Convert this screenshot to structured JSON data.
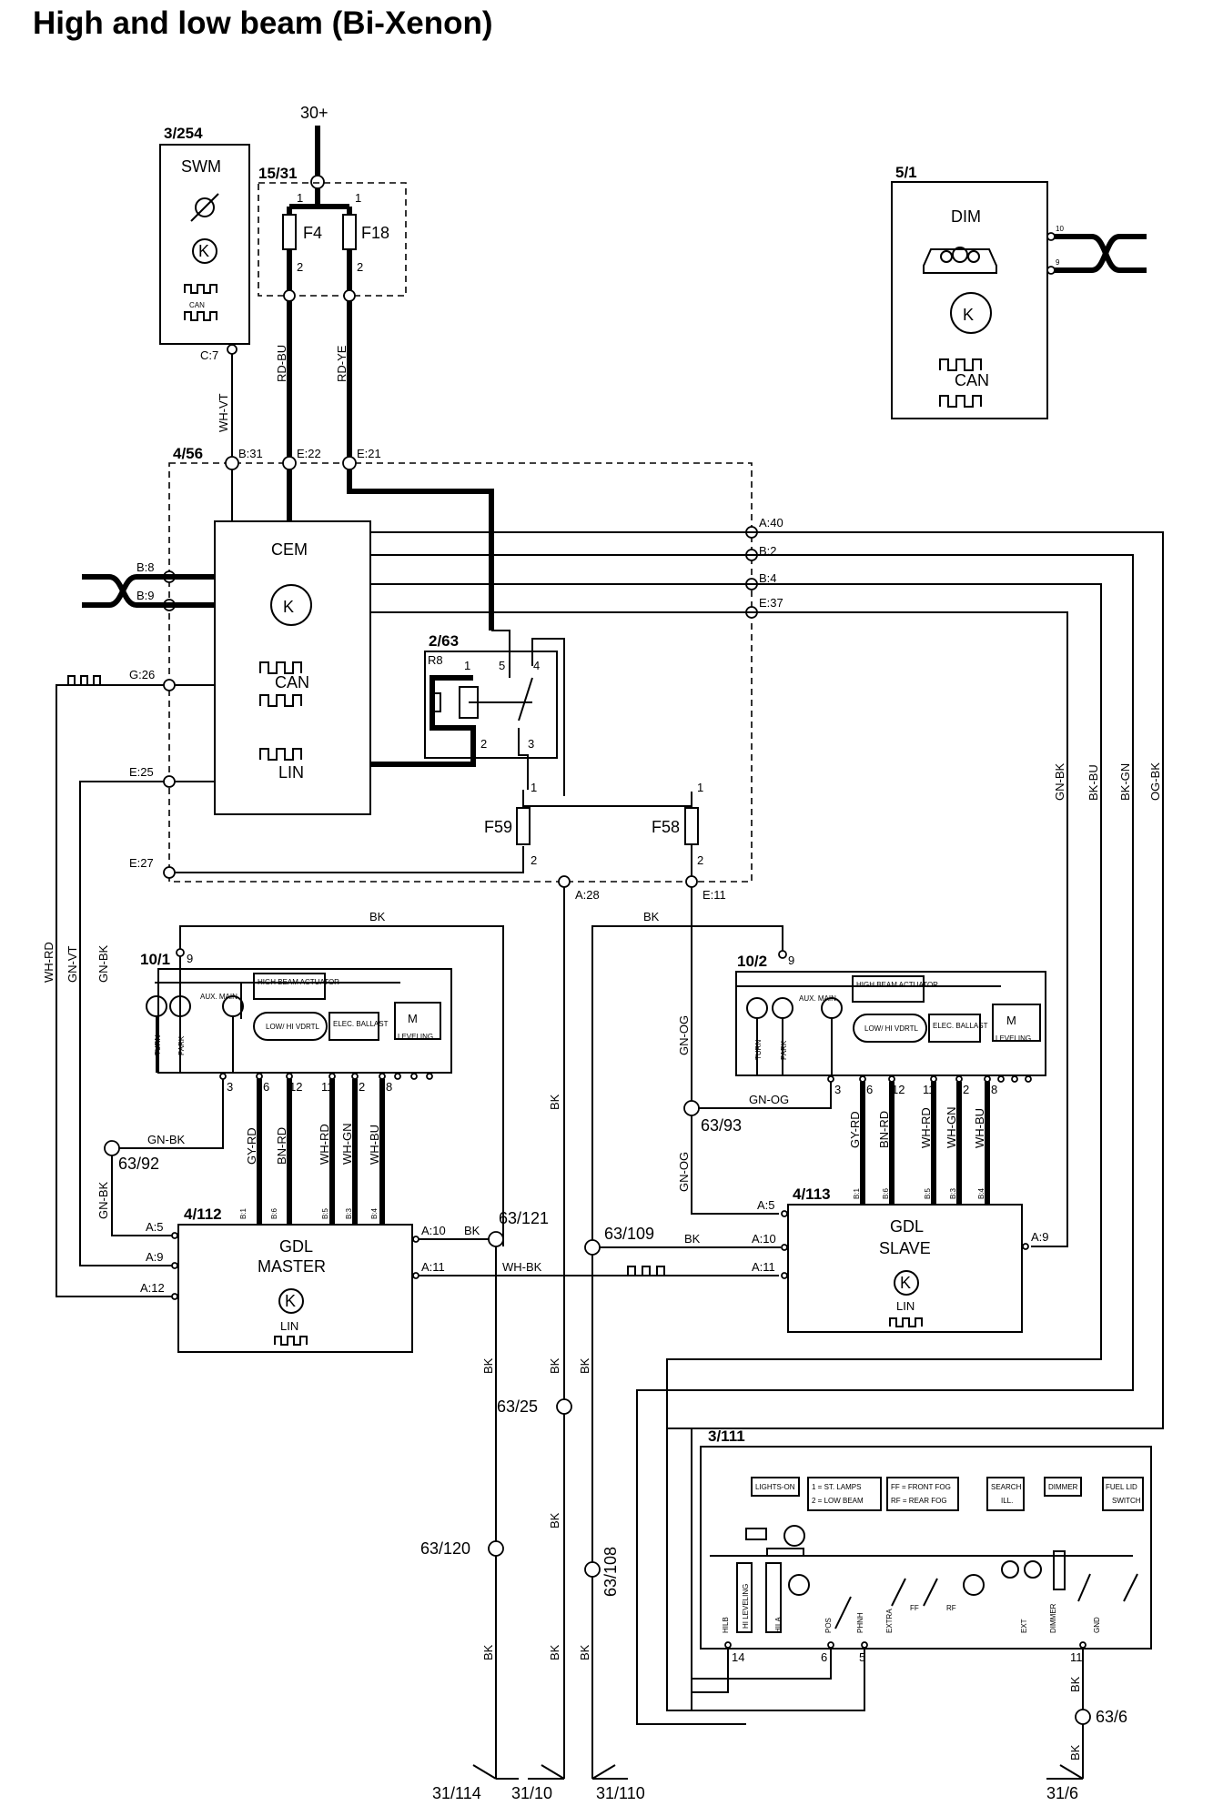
{
  "title": "High and low beam (Bi-Xenon)",
  "supply": "30+",
  "components": {
    "swm": {
      "id": "3/254",
      "name": "SWM",
      "can": "CAN",
      "pin": "C:7"
    },
    "fusebox": {
      "id": "15/31",
      "fuses": [
        "F4",
        "F18"
      ],
      "pin1": "1",
      "pin2": "2"
    },
    "dim": {
      "id": "5/1",
      "name": "DIM",
      "can": "CAN",
      "pins": [
        "10",
        "9"
      ]
    },
    "cem": {
      "id": "4/56",
      "name": "CEM",
      "can": "CAN",
      "lin": "LIN"
    },
    "relay": {
      "id": "2/63",
      "name": "R8",
      "pins": [
        "1",
        "5",
        "4",
        "2",
        "3"
      ]
    },
    "fuses_internal": [
      "F59",
      "F58"
    ],
    "lamp_left": {
      "id": "10/1",
      "pin_top": "9",
      "hb_actuator": "HIGH BEAM ACTUATOR",
      "aux_main": "AUX. MAIN",
      "low_hi": "LOW/ HI VDRTL",
      "ballast": "ELEC. BALLAST",
      "leveling": "LEVELING",
      "turn": "TURN",
      "park": "PARK",
      "pins": [
        "3",
        "6",
        "12",
        "11",
        "2",
        "8"
      ]
    },
    "lamp_right": {
      "id": "10/2",
      "pin_top": "9",
      "hb_actuator": "HIGH BEAM ACTUATOR",
      "aux_main": "AUX. MAIN",
      "low_hi": "LOW/ HI VDRTL",
      "ballast": "ELEC. BALLAST",
      "leveling": "LEVELING",
      "turn": "TURN",
      "park": "PARK",
      "pins": [
        "3",
        "6",
        "12",
        "11",
        "2",
        "8"
      ]
    },
    "gdl_master": {
      "id": "4/112",
      "line1": "GDL",
      "line2": "MASTER",
      "lin": "LIN"
    },
    "gdl_slave": {
      "id": "4/113",
      "line1": "GDL",
      "line2": "SLAVE",
      "lin": "LIN"
    },
    "switch": {
      "id": "3/111",
      "buttons": [
        "LIGHTS-ON",
        "1 = ST. LAMPS",
        "2 = LOW BEAM",
        "FF = FRONT FOG",
        "RF = REAR FOG",
        "SEARCH",
        "ILL.",
        "DIMMER",
        "FUEL LID",
        "SWITCH"
      ],
      "labels": [
        "HI LEVELING",
        "HILB",
        "HILA",
        "POS",
        "PHNH",
        "EXTRA",
        "FF",
        "RF",
        "EXT",
        "DIMMER",
        "GND"
      ],
      "pins": [
        "14",
        "6",
        "5",
        "11"
      ]
    }
  },
  "connectors": {
    "cem_top": [
      "B:31",
      "E:22",
      "E:21"
    ],
    "cem_left": [
      "B:8",
      "B:9",
      "G:26",
      "E:25",
      "E:27"
    ],
    "cem_right": [
      "A:40",
      "B:2",
      "B:4",
      "E:37"
    ],
    "cem_bottom": [
      "A:28",
      "E:11"
    ],
    "master_left": [
      "A:5",
      "A:9",
      "A:12"
    ],
    "master_right": [
      "A:10",
      "A:11"
    ],
    "master_top": [
      "B:1",
      "B:6",
      "B:5",
      "B:3",
      "B:4"
    ],
    "slave_left": [
      "A:5",
      "A:10",
      "A:11"
    ],
    "slave_right": [
      "A:9"
    ],
    "slave_top": [
      "B:1",
      "B:6",
      "B:5",
      "B:3",
      "B:4"
    ]
  },
  "wires": [
    "RD-BU",
    "RD-YE",
    "WH-VT",
    "WH-RD",
    "GN-VT",
    "GN-BK",
    "GY-RD",
    "BN-RD",
    "WH-GN",
    "WH-BU",
    "GN-OG",
    "BK-BU",
    "BK-GN",
    "OG-BK",
    "BK",
    "WH-BK"
  ],
  "splices": [
    "63/92",
    "63/93",
    "63/121",
    "63/109",
    "63/25",
    "63/120",
    "63/108",
    "63/6"
  ],
  "grounds": [
    "31/114",
    "31/10",
    "31/110",
    "31/6"
  ]
}
